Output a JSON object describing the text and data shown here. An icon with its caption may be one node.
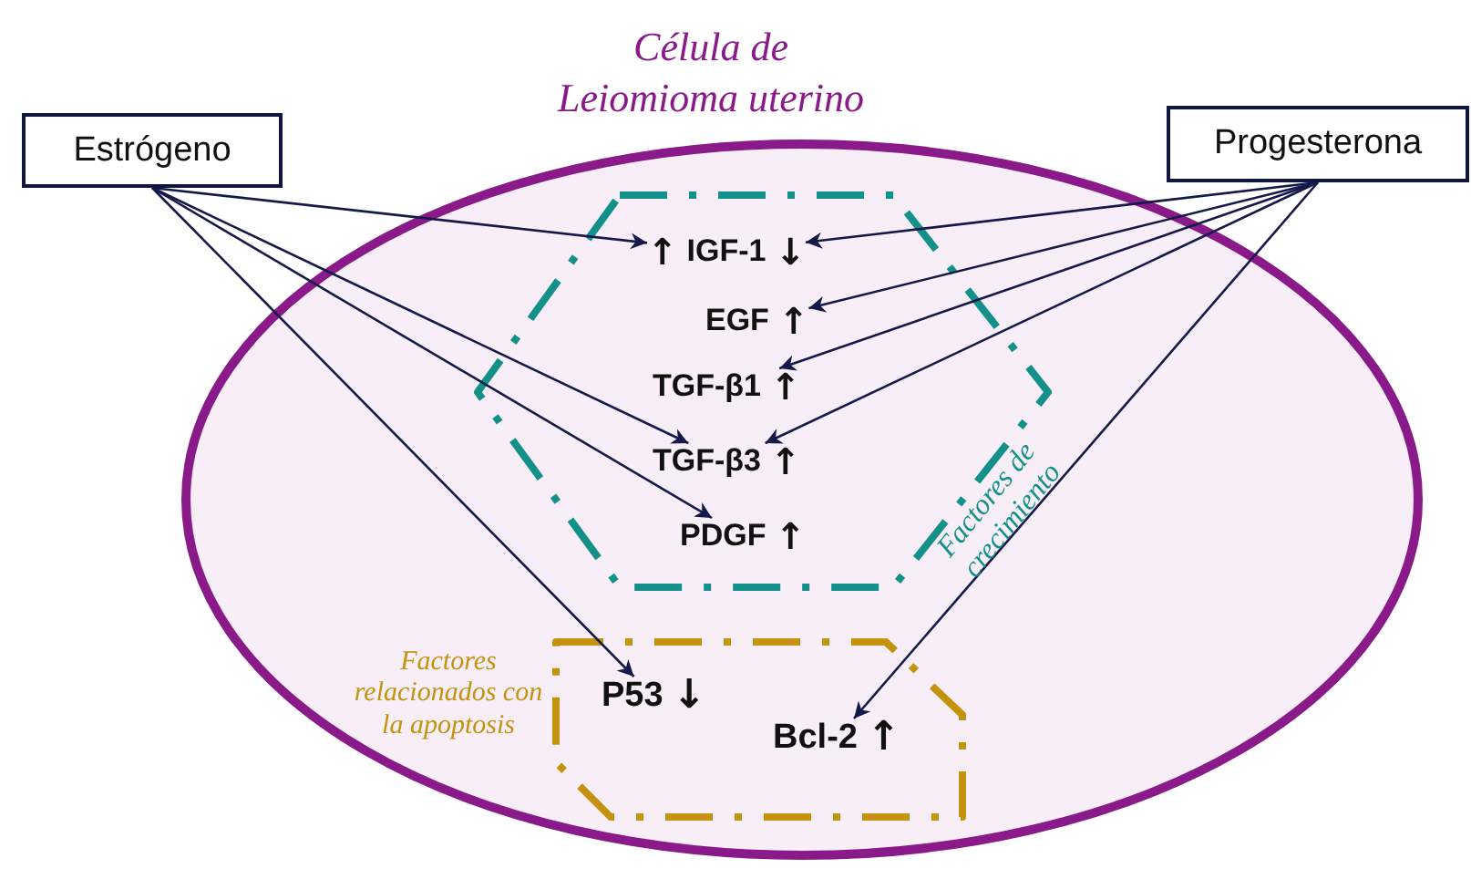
{
  "diagram": {
    "nodes": [
      {
        "text": [
          "Estrógeno"
        ]
      },
      {
        "text": [
          "Progesterona"
        ]
      },
      {
        "text": [
          "Célula de Leiomioma uterino"
        ]
      },
      {
        "text": [
          "Factores de crecimiento"
        ],
        "in": 2
      },
      {
        "text": [
          "IGF-1"
        ],
        "in": 3,
        "beside": [
          "↑",
          "↓"
        ]
      },
      {
        "text": [
          "EGF"
        ],
        "in": 3,
        "beside": [
          "↑"
        ]
      },
      {
        "text": [
          "TGF-β1"
        ],
        "in": 3,
        "beside": [
          "↑"
        ]
      },
      {
        "text": [
          "TGF-β3"
        ],
        "in": 3,
        "beside": [
          "↑"
        ]
      },
      {
        "text": [
          "PDGF"
        ],
        "in": 3,
        "beside": [
          "↑"
        ]
      },
      {
        "text": [
          "Factores relacionados con la apoptosis"
        ],
        "in": 2
      },
      {
        "text": [
          "P53"
        ],
        "in": 9,
        "beside": [
          "↓"
        ]
      },
      {
        "text": [
          "Bcl-2"
        ],
        "in": 9,
        "beside": [
          "↑"
        ]
      }
    ],
    "edges": [
      {
        "from": 0,
        "to": 4,
        "arrow": "to"
      },
      {
        "from": 0,
        "to": 7,
        "arrow": "to"
      },
      {
        "from": 0,
        "to": 8,
        "arrow": "to"
      },
      {
        "from": 0,
        "to": 10,
        "arrow": "to"
      },
      {
        "from": 1,
        "to": 4,
        "arrow": "to"
      },
      {
        "from": 1,
        "to": 5,
        "arrow": "to"
      },
      {
        "from": 1,
        "to": 6,
        "arrow": "to"
      },
      {
        "from": 1,
        "to": 7,
        "arrow": "to"
      },
      {
        "from": 1,
        "to": 11,
        "arrow": "to"
      }
    ]
  }
}
